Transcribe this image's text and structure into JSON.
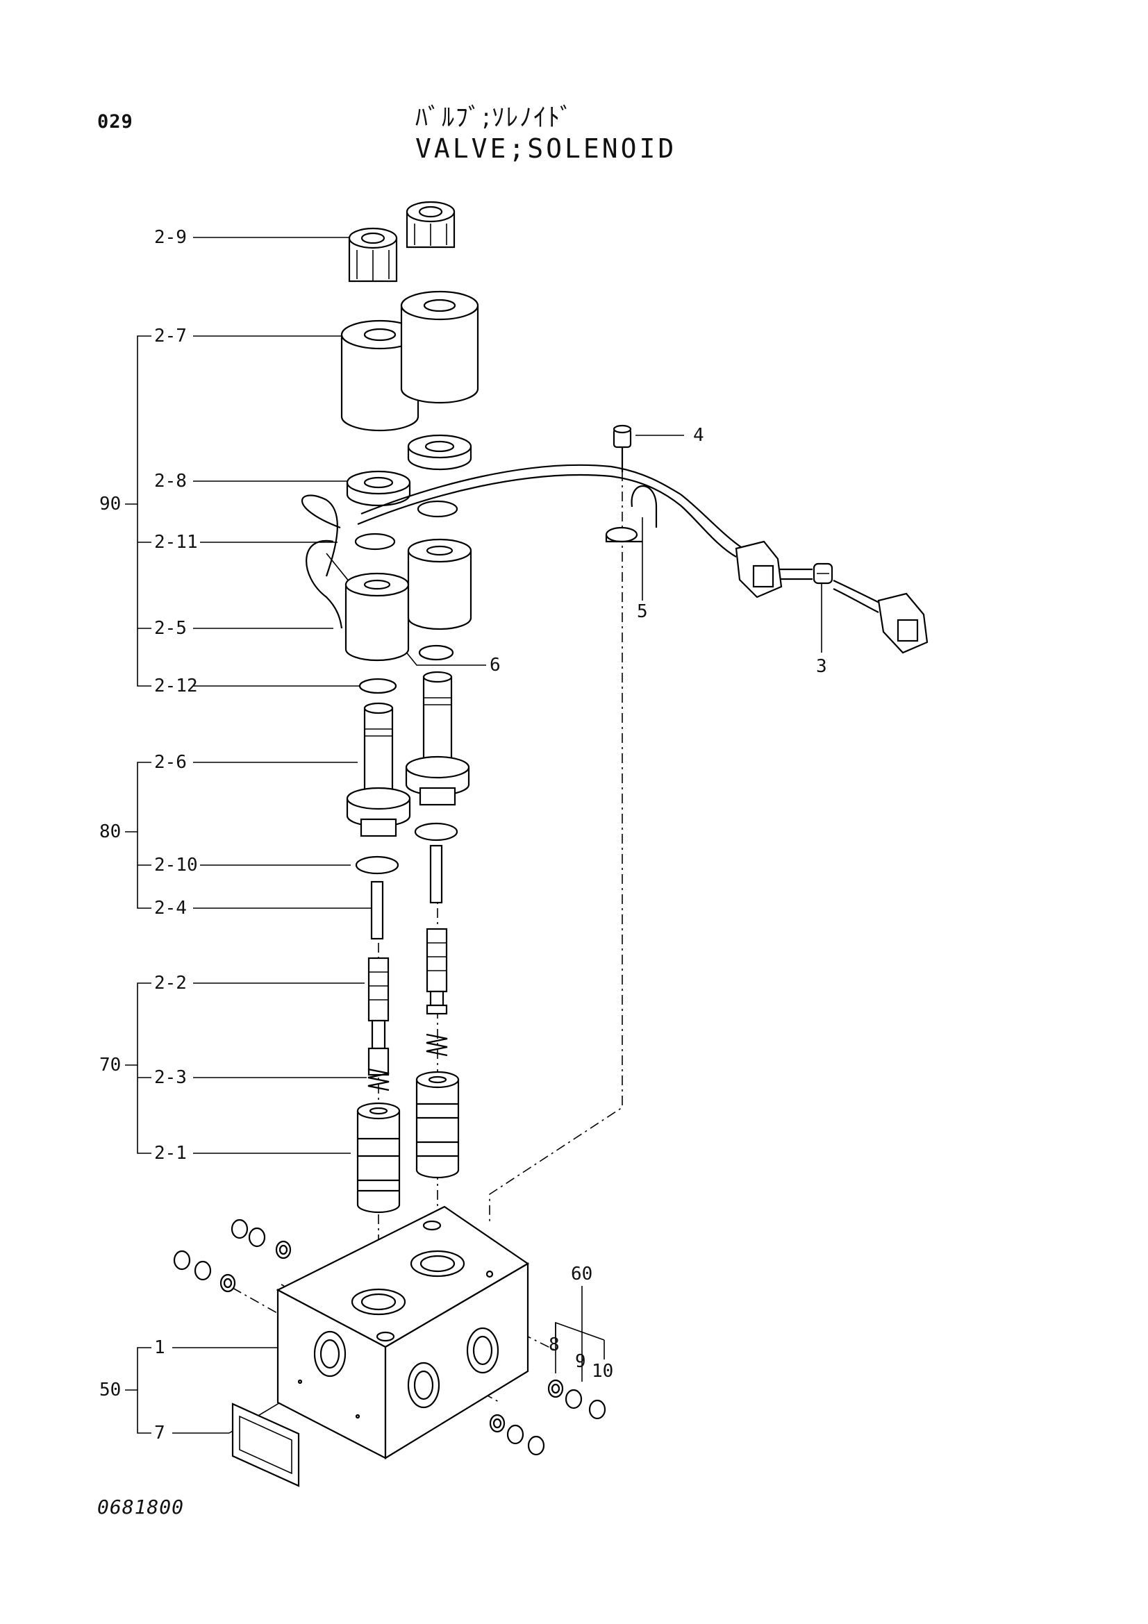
{
  "header": {
    "page_number": "029",
    "title_jp": "ﾊﾞﾙﾌﾞ;ｿﾚﾉｲﾄﾞ",
    "title_en": "VALVE;SOLENOID"
  },
  "footer": {
    "drawing_number": "0681800"
  },
  "labels": {
    "p2_9": "2-9",
    "p2_7": "2-7",
    "p2_8": "2-8",
    "p2_11": "2-11",
    "p2_5": "2-5",
    "p2_12": "2-12",
    "p2_6": "2-6",
    "p2_10": "2-10",
    "p2_4": "2-4",
    "p2_2": "2-2",
    "p2_3": "2-3",
    "p2_1": "2-1",
    "p1": "1",
    "p7": "7",
    "p3": "3",
    "p4": "4",
    "p5": "5",
    "p6": "6",
    "p8": "8",
    "p9": "9",
    "p10": "10",
    "g90": "90",
    "g80": "80",
    "g70": "70",
    "g50": "50",
    "g60": "60"
  }
}
